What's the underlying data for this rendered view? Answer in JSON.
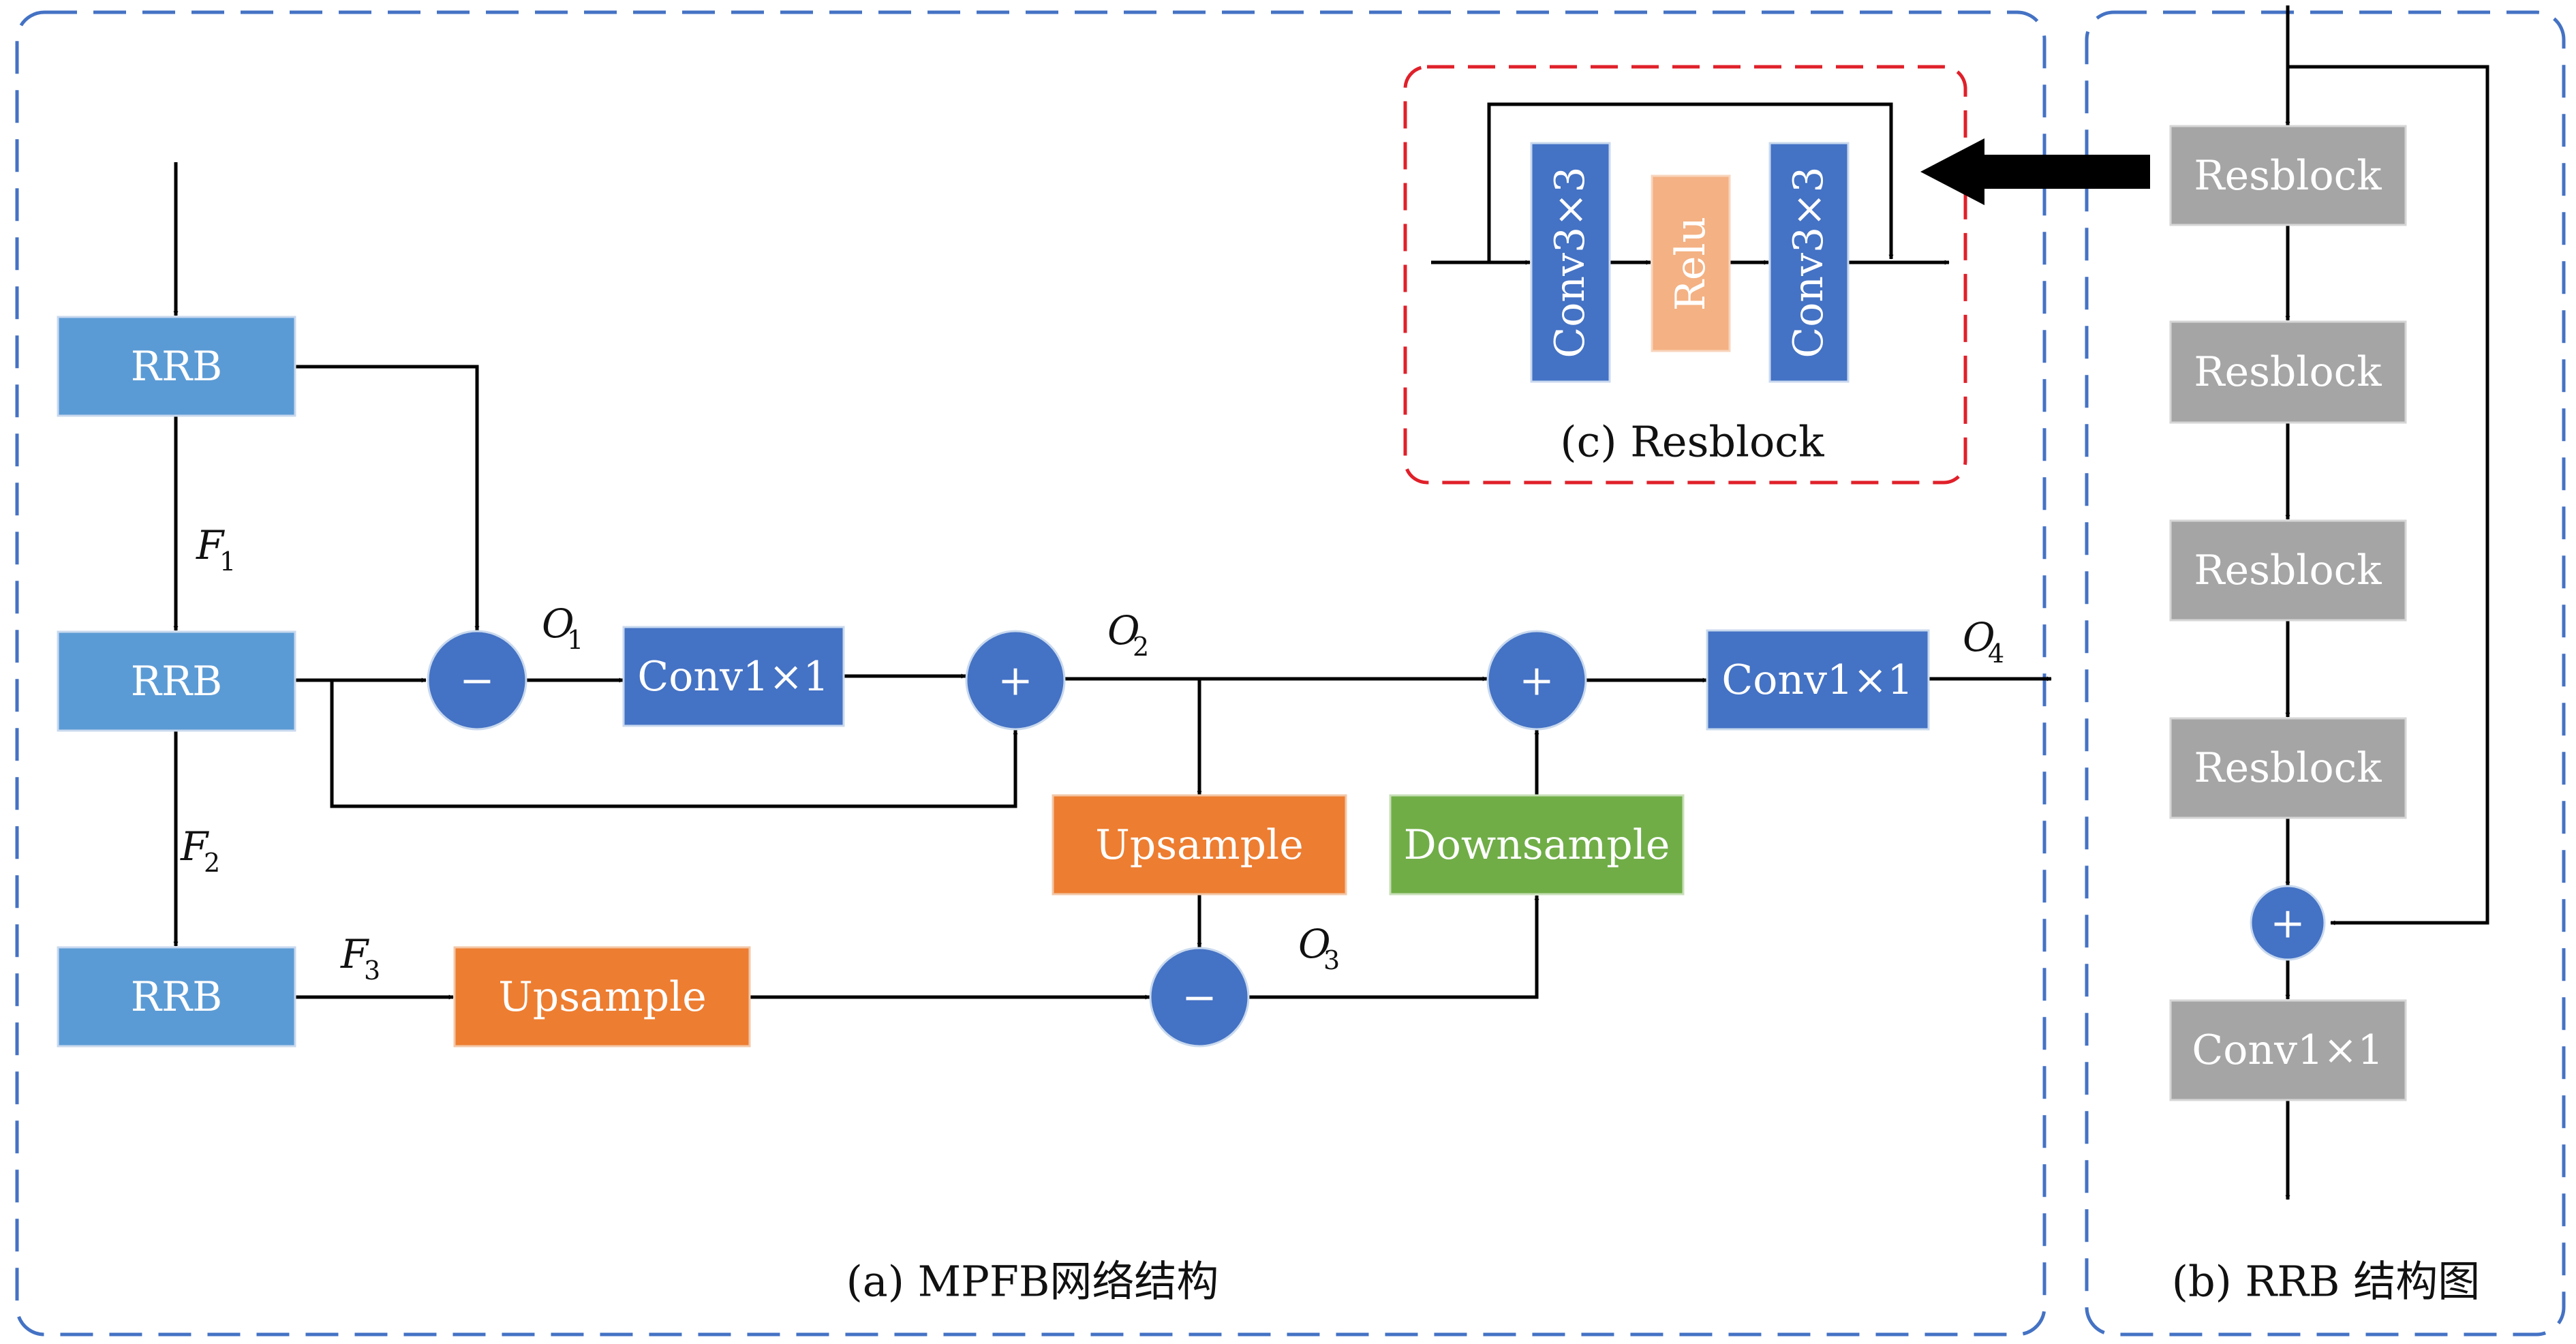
{
  "colors": {
    "rrb_blue": "#5b9bd5",
    "dark_blue": "#4472c4",
    "orange": "#ed7d31",
    "green": "#70ad47",
    "gray": "#a5a5a5",
    "relu": "#f4b183",
    "frame_blue": "#4472c4",
    "frame_red": "#e0202a"
  },
  "panel_a": {
    "caption": "(a) MPFB网络结构",
    "rrb_labels": [
      "RRB",
      "RRB",
      "RRB"
    ],
    "features": [
      {
        "symbol": "F",
        "sub": "1"
      },
      {
        "symbol": "F",
        "sub": "2"
      },
      {
        "symbol": "F",
        "sub": "3"
      }
    ],
    "outputs": [
      {
        "symbol": "O",
        "sub": "1"
      },
      {
        "symbol": "O",
        "sub": "2"
      },
      {
        "symbol": "O",
        "sub": "3"
      },
      {
        "symbol": "O",
        "sub": "4"
      }
    ],
    "conv_label_1": "Conv1×1",
    "conv_label_2": "Conv1×1",
    "upsample_mid": "Upsample",
    "upsample_bottom": "Upsample",
    "downsample": "Downsample",
    "minus": "−",
    "plus": "+"
  },
  "panel_b": {
    "caption": "(b) RRB 结构图",
    "resblocks": [
      "Resblock",
      "Resblock",
      "Resblock",
      "Resblock"
    ],
    "conv_label": "Conv1×1",
    "plus": "+"
  },
  "panel_c": {
    "caption": "(c) Resblock",
    "conv_a": "Conv3×3",
    "relu": "Relu",
    "conv_b": "Conv3×3"
  }
}
